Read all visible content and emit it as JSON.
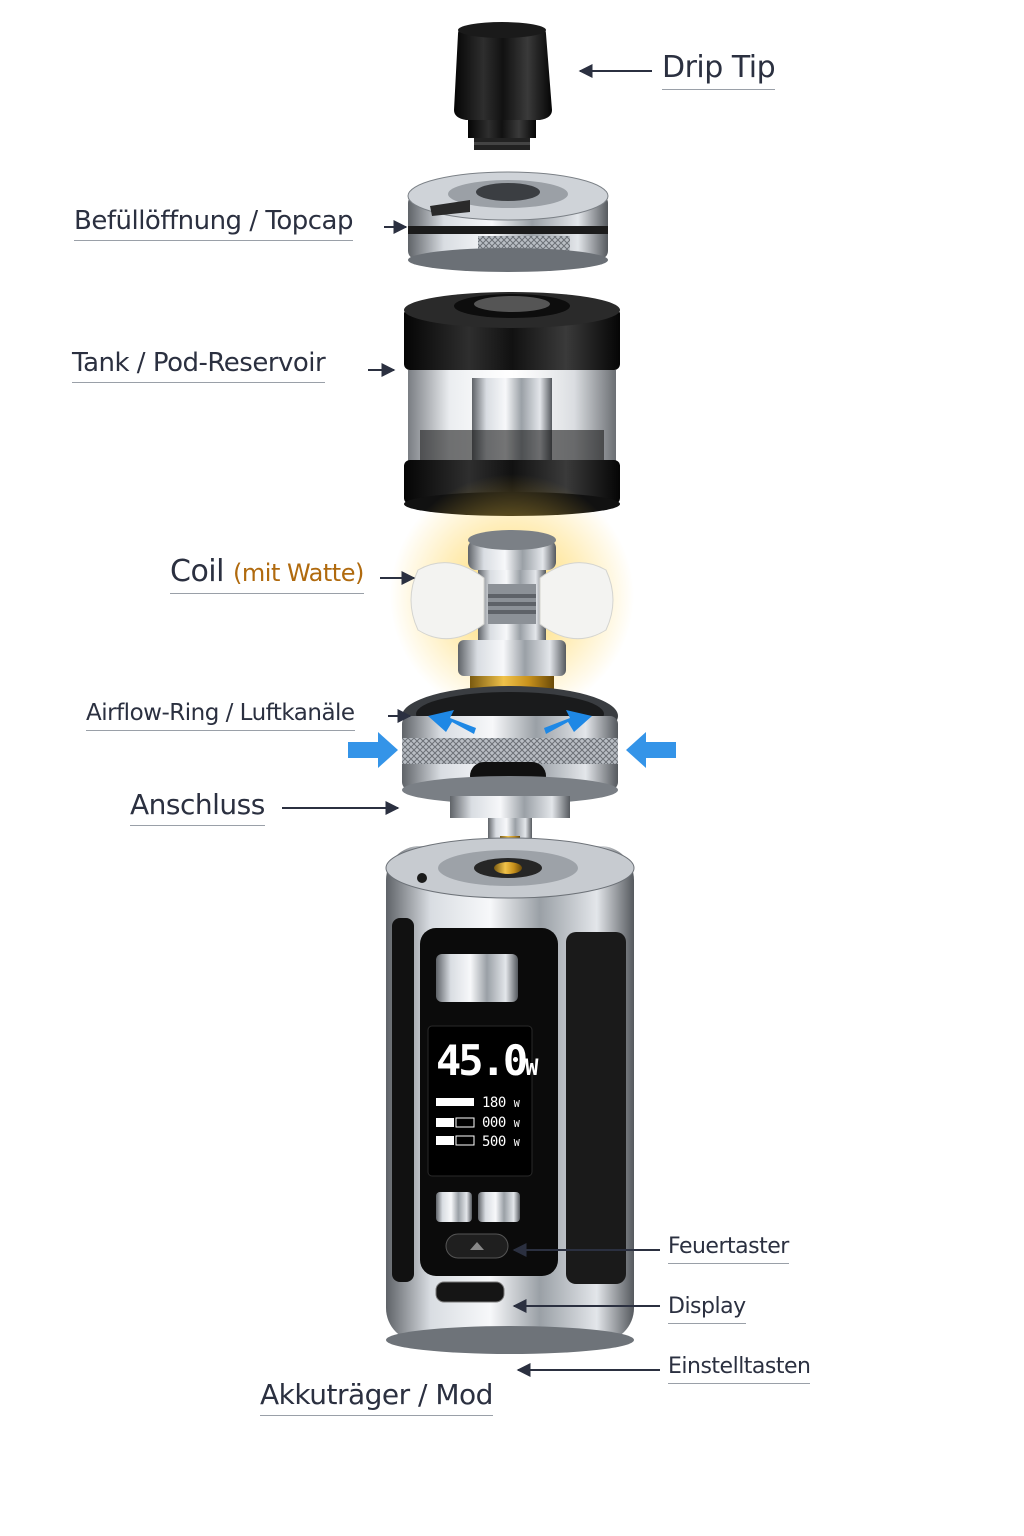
{
  "labels": {
    "drip_tip": "Drip Tip",
    "topcap": "Befüllöffnung / Topcap",
    "tank": "Tank / Pod-Reservoir",
    "coil": "Coil",
    "coil_note": "(mit Watte)",
    "airflow": "Airflow-Ring / Luftkanäle",
    "anschluss": "Anschluss",
    "feuertaster": "Feuertaster",
    "display": "Display",
    "einstelltasten": "Einstelltasten",
    "mod": "Akkuträger / Mod"
  },
  "screen": {
    "power": "45.0",
    "power_unit": "W",
    "rows": [
      {
        "value": "180",
        "unit": "W"
      },
      {
        "value": "000",
        "unit": "W"
      },
      {
        "value": "500",
        "unit": "W"
      }
    ]
  },
  "colors": {
    "label_text": "#2b3040",
    "accent_text": "#b06a0e",
    "airflow_arrow": "#1e88e5"
  }
}
